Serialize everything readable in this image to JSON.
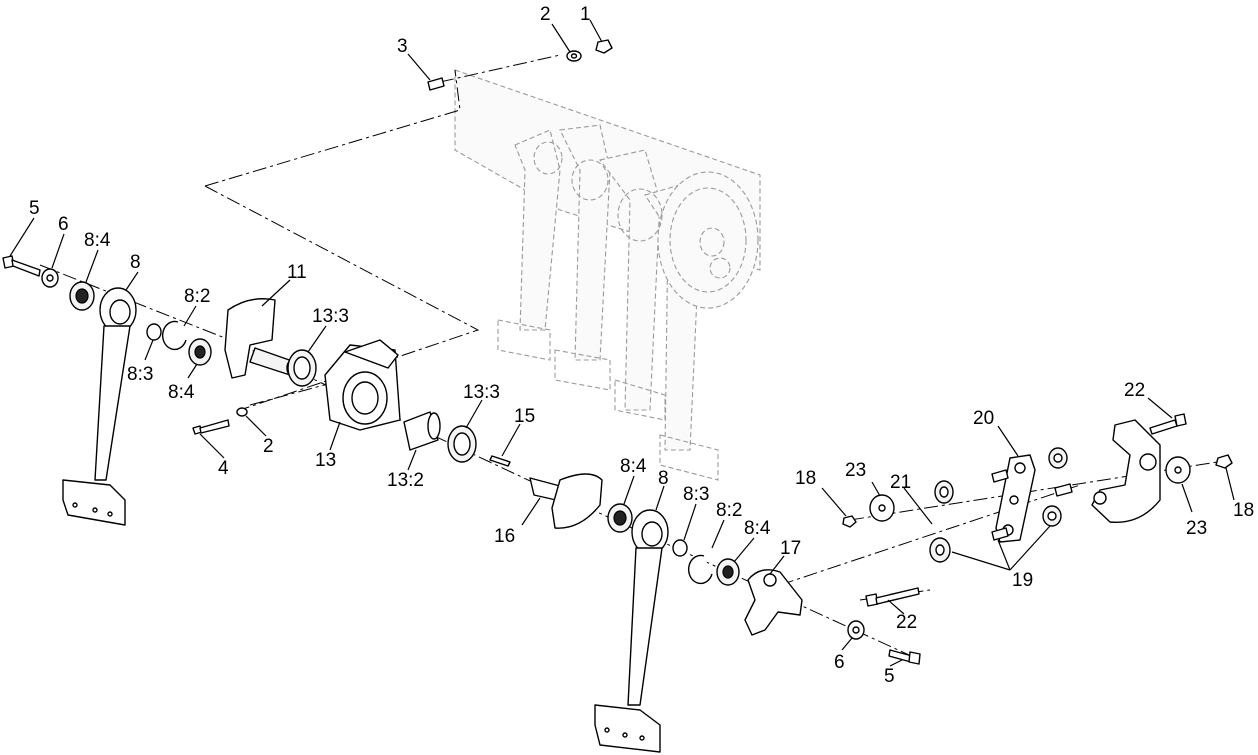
{
  "callouts": {
    "c1": "1",
    "c2a": "2",
    "c3": "3",
    "c5a": "5",
    "c6a": "6",
    "c84a": "8:4",
    "c8a": "8",
    "c82a": "8:2",
    "c11": "11",
    "c133a": "13:3",
    "c83a": "8:3",
    "c84b": "8:4",
    "c4": "4",
    "c2b": "2",
    "c13": "13",
    "c133b": "13:3",
    "c15": "15",
    "c132": "13:2",
    "c84c": "8:4",
    "c8b": "8",
    "c83b": "8:3",
    "c82b": "8:2",
    "c84d": "8:4",
    "c16": "16",
    "c17": "17",
    "c18a": "18",
    "c23a": "23",
    "c21": "21",
    "c20": "20",
    "c22a": "22",
    "c18b": "18",
    "c23b": "23",
    "c19": "19",
    "c22b": "22",
    "c6b": "6",
    "c5b": "5"
  }
}
